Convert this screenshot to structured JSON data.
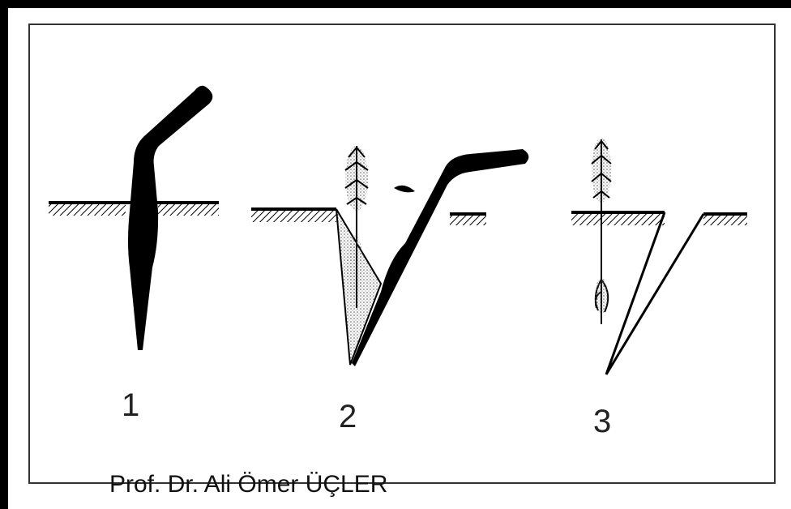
{
  "steps": [
    {
      "label": "1"
    },
    {
      "label": "2"
    },
    {
      "label": "3"
    }
  ],
  "credit": "Prof. Dr. Ali Ömer ÜÇLER",
  "colors": {
    "ink": "#000000",
    "paper": "#ffffff",
    "frame": "#333333"
  }
}
